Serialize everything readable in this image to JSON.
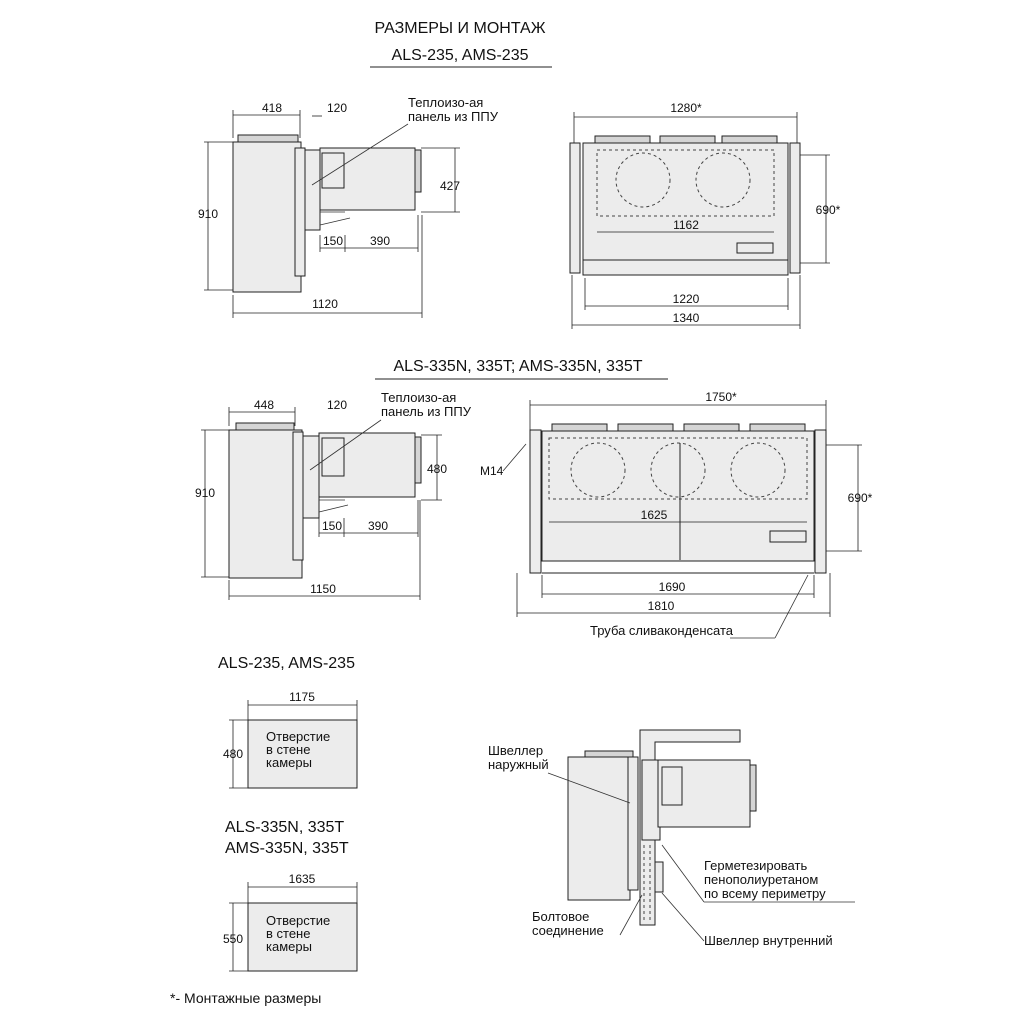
{
  "header": {
    "title": "РАЗМЕРЫ  И  МОНТАЖ",
    "model_1": "ALS-235, AMS-235",
    "model_2": "ALS-335N, 335T; AMS-335N, 335T"
  },
  "unit_235": {
    "side": {
      "w_top": "418",
      "w_small": "120",
      "height": "910",
      "panel_h": "427",
      "d1": "150",
      "d2": "390",
      "total": "1120",
      "panel_label_1": "Теплоизо-ая",
      "panel_label_2": "панель из ППУ"
    },
    "front": {
      "overall": "1280*",
      "inner": "1162",
      "height": "690*",
      "base": "1220",
      "total": "1340"
    }
  },
  "unit_335": {
    "side": {
      "w_top": "448",
      "w_small": "120",
      "height": "910",
      "panel_h": "480",
      "d1": "150",
      "d2": "390",
      "total": "1150",
      "panel_label_1": "Теплоизо-ая",
      "panel_label_2": "панель из ППУ"
    },
    "front": {
      "overall": "1750*",
      "inner": "1625",
      "height": "690*",
      "base": "1690",
      "total": "1810",
      "bolt": "М14",
      "drain": "Труба сливаконденсата"
    }
  },
  "openings": {
    "title_235": "ALS-235, AMS-235",
    "w_235": "1175",
    "h_235": "480",
    "title_335_1": "ALS-335N, 335T",
    "title_335_2": "AMS-335N, 335T",
    "w_335": "1635",
    "h_335": "550",
    "hole_1": "Отверстие",
    "hole_2": "в стене",
    "hole_3": "камеры"
  },
  "mount": {
    "outer_1": "Швеллер",
    "outer_2": "наружный",
    "seal_1": "Герметезировать",
    "seal_2": "пенополиуретаном",
    "seal_3": "по всему периметру",
    "bolt_1": "Болтовое",
    "bolt_2": "соединение",
    "inner": "Швеллер внутренний"
  },
  "footnote": "*- Монтажные размеры"
}
